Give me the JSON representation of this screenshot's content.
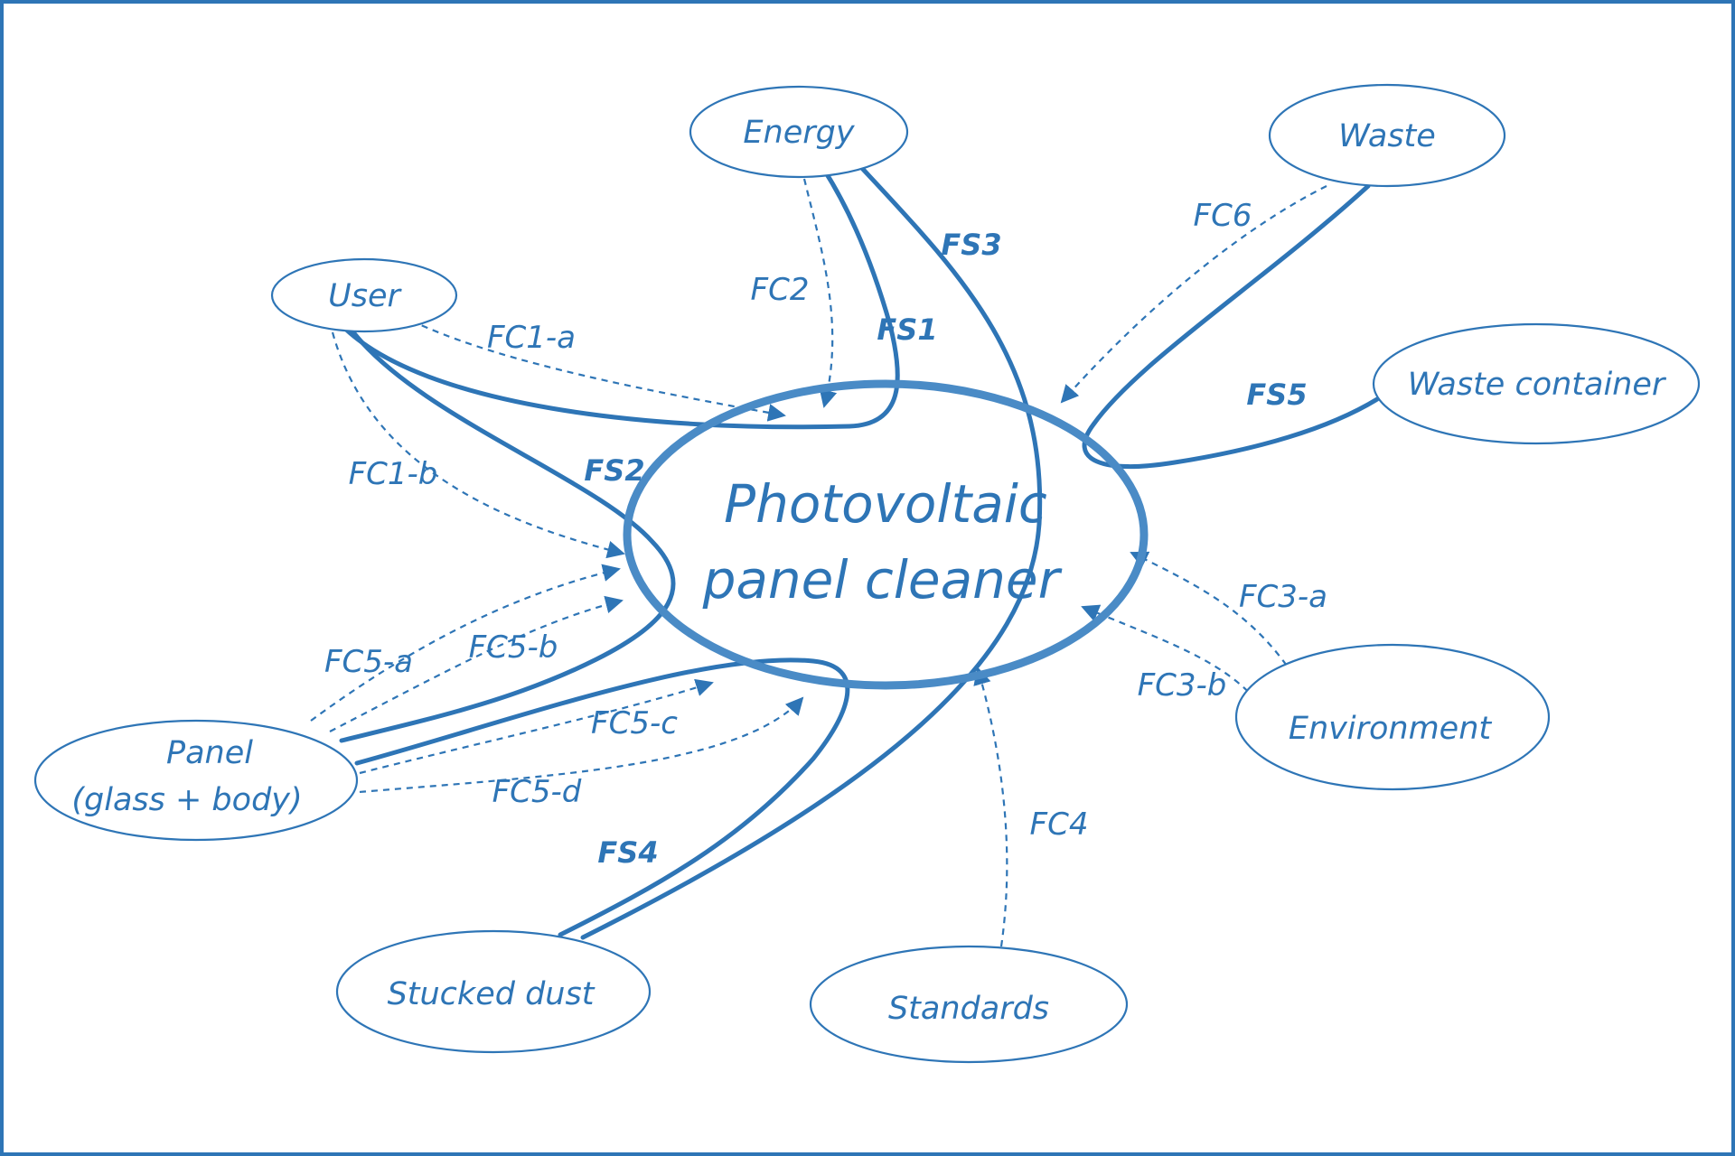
{
  "center": {
    "line1": "Photovoltaic",
    "line2": "panel cleaner"
  },
  "nodes": {
    "energy": "Energy",
    "waste": "Waste",
    "user": "User",
    "waste_container": "Waste container",
    "panel_line1": "Panel",
    "panel_line2": "(glass + body)",
    "environment": "Environment",
    "stucked_dust": "Stucked dust",
    "standards": "Standards"
  },
  "functions": {
    "fs1": "FS1",
    "fs2": "FS2",
    "fs3": "FS3",
    "fs4": "FS4",
    "fs5": "FS5",
    "fc1a": "FC1-a",
    "fc1b": "FC1-b",
    "fc2": "FC2",
    "fc3a": "FC3-a",
    "fc3b": "FC3-b",
    "fc4": "FC4",
    "fc5a": "FC5-a",
    "fc5b": "FC5-b",
    "fc5c": "FC5-c",
    "fc5d": "FC5-d",
    "fc6": "FC6"
  },
  "colors": {
    "primary": "#2E75B6",
    "center_ring": "#4A8BC6",
    "border": "#2E75B6"
  }
}
